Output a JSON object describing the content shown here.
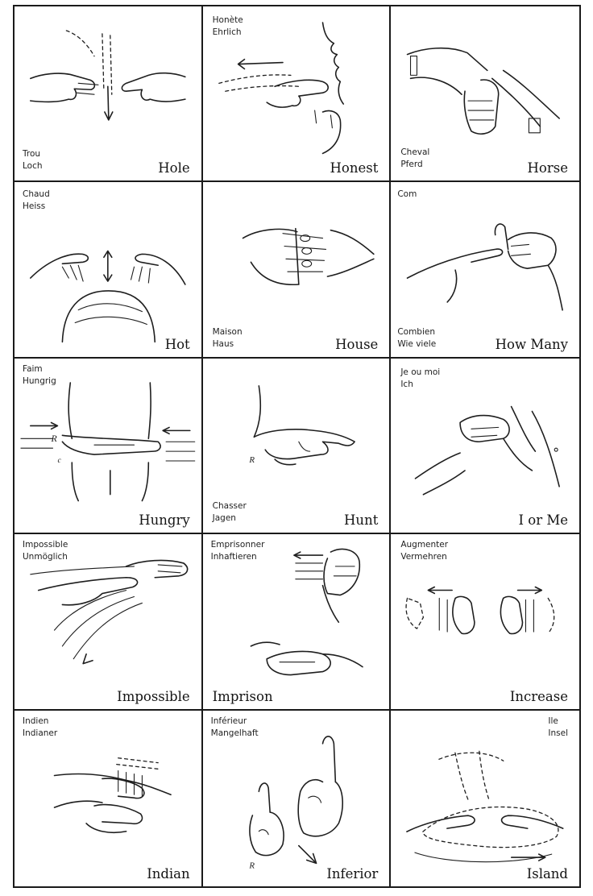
{
  "signs": [
    {
      "id": "hole",
      "word": "Hole",
      "french": "Trou",
      "german": "Loch"
    },
    {
      "id": "honest",
      "word": "Honest",
      "french": "Honète",
      "german": "Ehrlich"
    },
    {
      "id": "horse",
      "word": "Horse",
      "french": "Cheval",
      "german": "Pferd"
    },
    {
      "id": "hot",
      "word": "Hot",
      "french": "Chaud",
      "german": "Heiss"
    },
    {
      "id": "house",
      "word": "House",
      "french": "Maison",
      "german": "Haus"
    },
    {
      "id": "how-many",
      "word": "How Many",
      "french": "Com",
      "extra": "Combien",
      "german": "Wie viele"
    },
    {
      "id": "hungry",
      "word": "Hungry",
      "french": "Faim",
      "german": "Hungrig"
    },
    {
      "id": "hunt",
      "word": "Hunt",
      "french": "Chasser",
      "german": "Jagen"
    },
    {
      "id": "i-or-me",
      "word": "I or Me",
      "french": "Je ou moi",
      "german": "Ich"
    },
    {
      "id": "impossible",
      "word": "Impossible",
      "french": "Impossible",
      "german": "Unmöglich"
    },
    {
      "id": "imprison",
      "word": "Imprison",
      "french": "Emprisonner",
      "german": "Inhaftieren"
    },
    {
      "id": "increase",
      "word": "Increase",
      "french": "Augmenter",
      "german": "Vermehren"
    },
    {
      "id": "indian",
      "word": "Indian",
      "french": "Indien",
      "german": "Indianer"
    },
    {
      "id": "inferior",
      "word": "Inferior",
      "french": "Inférieur",
      "german": "Mangelhaft"
    },
    {
      "id": "island",
      "word": "Island",
      "french": "Ile",
      "german": "Insel"
    }
  ],
  "markers": {
    "hand": "R",
    "subscript": "c"
  },
  "icons": [
    "hand-sign-drawing-icon"
  ],
  "colors": {
    "ink": "#1e1e1e",
    "paper": "#ffffff"
  }
}
